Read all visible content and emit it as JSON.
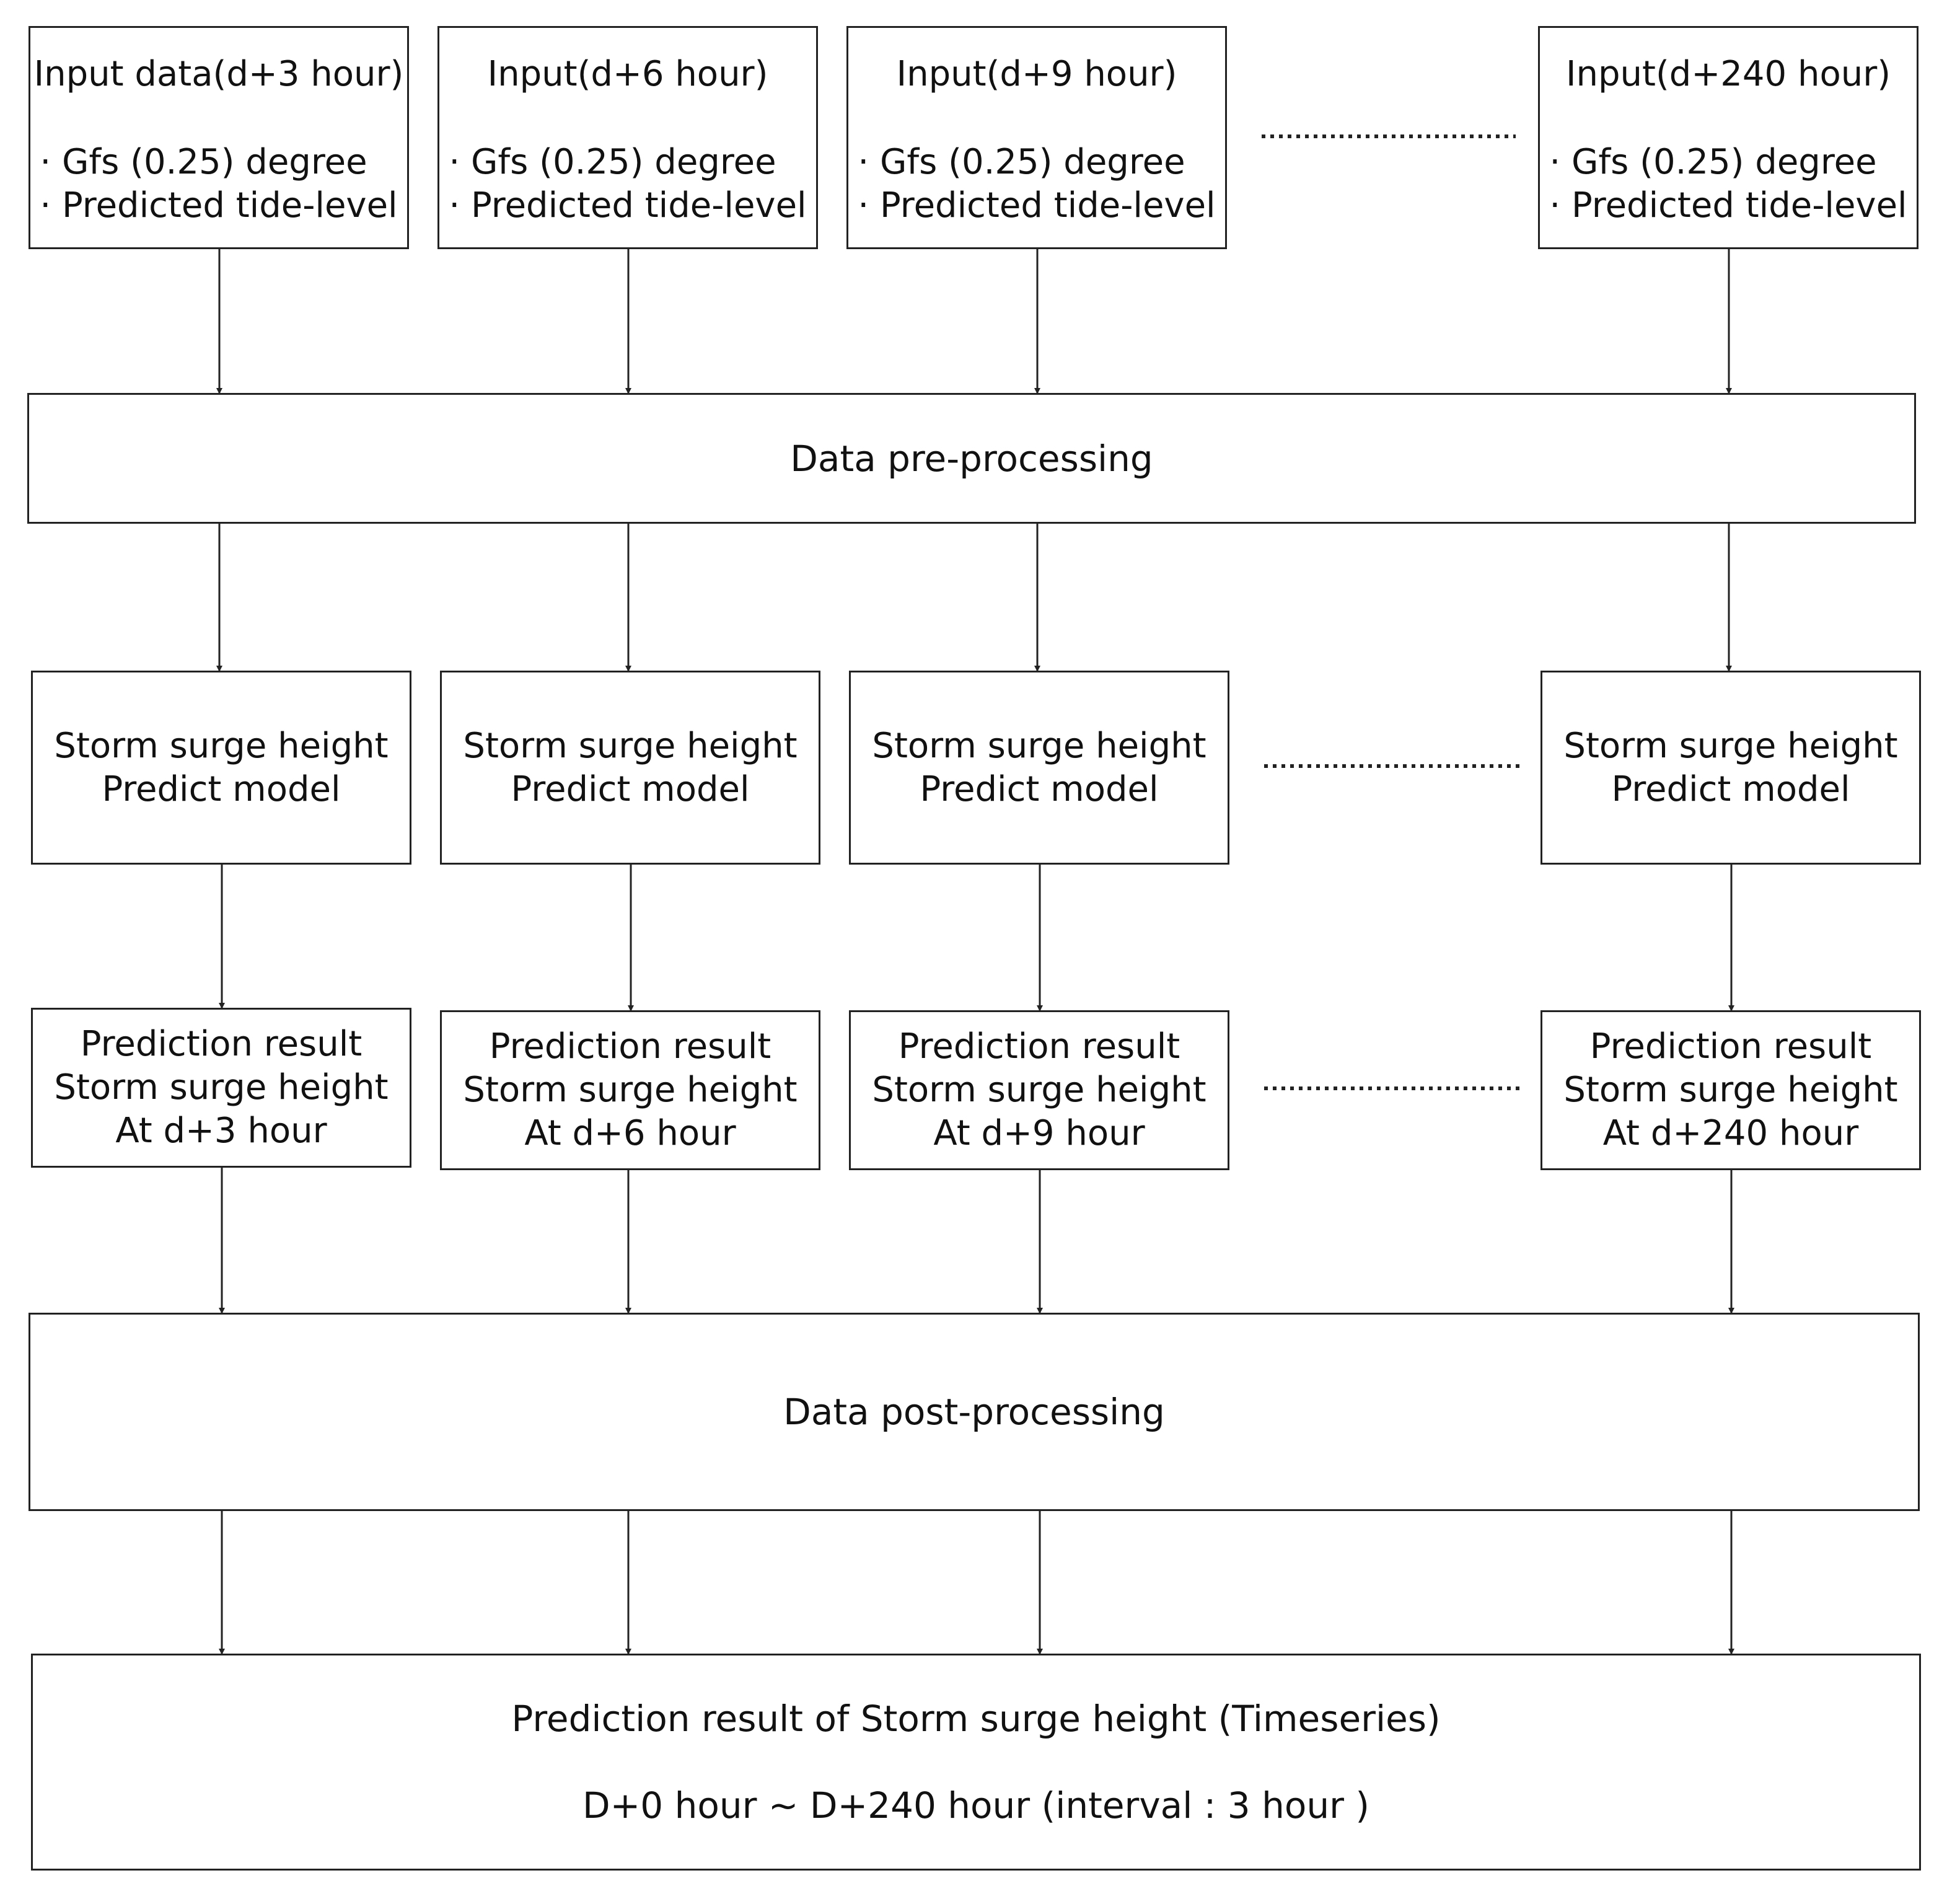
{
  "inputs": [
    {
      "title": "Input data(d+3 hour)",
      "bullets": [
        "· Gfs (0.25) degree",
        "· Predicted tide-level"
      ]
    },
    {
      "title": "Input(d+6 hour)",
      "bullets": [
        "· Gfs (0.25) degree",
        "· Predicted tide-level"
      ]
    },
    {
      "title": "Input(d+9 hour)",
      "bullets": [
        "· Gfs (0.25) degree",
        "· Predicted tide-level"
      ]
    },
    {
      "title": "Input(d+240 hour)",
      "bullets": [
        "· Gfs (0.25) degree",
        "· Predicted tide-level"
      ]
    }
  ],
  "preprocessing": "Data pre-processing",
  "models": [
    {
      "lines": [
        "Storm surge height",
        "Predict model"
      ]
    },
    {
      "lines": [
        "Storm surge height",
        "Predict model"
      ]
    },
    {
      "lines": [
        "Storm surge height",
        "Predict model"
      ]
    },
    {
      "lines": [
        "Storm surge height",
        "Predict model"
      ]
    }
  ],
  "results": [
    {
      "lines": [
        "Prediction result",
        "Storm surge height",
        "At d+3 hour"
      ]
    },
    {
      "lines": [
        "Prediction result",
        "Storm surge height",
        "At d+6 hour"
      ]
    },
    {
      "lines": [
        "Prediction result",
        "Storm surge height",
        "At d+9 hour"
      ]
    },
    {
      "lines": [
        "Prediction result",
        "Storm surge height",
        "At d+240 hour"
      ]
    }
  ],
  "postprocessing": "Data post-processing",
  "final": {
    "line1": "Prediction result of Storm surge height (Timeseries)",
    "line2": "D+0 hour ~ D+240 hour (interval : 3 hour )"
  },
  "colors": {
    "stroke": "#222222",
    "background": "#ffffff"
  }
}
